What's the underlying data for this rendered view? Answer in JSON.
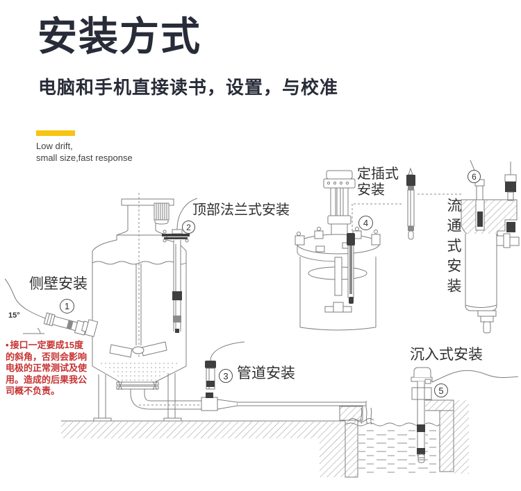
{
  "header": {
    "title": "安装方式",
    "subtitle": "电脑和手机直接读书，设置，与校准",
    "tagline_line1": "Low drift,",
    "tagline_line2": "small size,fast response"
  },
  "colors": {
    "accent_yellow": "#f6c411",
    "title_dark": "#272c38",
    "warning_red": "#c63232",
    "line_gray": "#7d7d7d"
  },
  "diagram": {
    "labels": {
      "side_wall": {
        "num": "1",
        "text": "侧壁安装"
      },
      "top_flange": {
        "num": "2",
        "text": "顶部法兰式安装"
      },
      "pipeline": {
        "num": "3",
        "text": "管道安装"
      },
      "fixed_insertion": {
        "num": "4",
        "text_line1": "定插式",
        "text_line2": "安装"
      },
      "submersible": {
        "num": "5",
        "text": "沉入式安装"
      },
      "flow_through": {
        "num": "6",
        "text": "流通式安装"
      }
    },
    "angle_label": "15°",
    "warning": {
      "bullet": "•",
      "lines": [
        "接口一定要成15度",
        "的斜角，否则会影响",
        "电极的正常测试及使",
        "用。造成的后果我公",
        "司概不负责。"
      ]
    }
  }
}
